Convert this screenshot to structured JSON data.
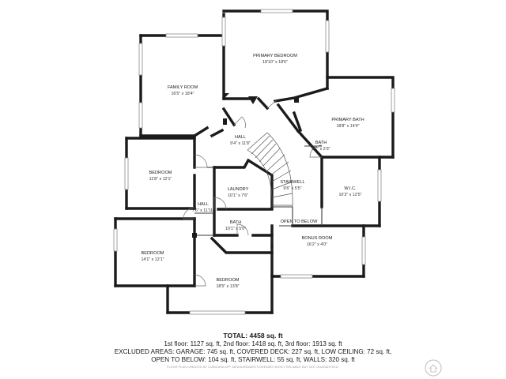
{
  "rooms": [
    {
      "id": "primary-bedroom",
      "name": "PRIMARY BEDROOM",
      "dims": "18'10\" x 18'6\""
    },
    {
      "id": "family-room",
      "name": "FAMILY ROOM",
      "dims": "16'5\" x 18'4\""
    },
    {
      "id": "primary-bath",
      "name": "PRIMARY BATH",
      "dims": "18'8\" x 14'4\""
    },
    {
      "id": "hall-upper",
      "name": "HALL",
      "dims": "9'4\" x 11'8\""
    },
    {
      "id": "bath-small",
      "name": "BATH",
      "dims": "5'7\" x 2'3\""
    },
    {
      "id": "bedroom-1",
      "name": "BEDROOM",
      "dims": "11'8\" x 12'1\""
    },
    {
      "id": "stairwell",
      "name": "STAIRWELL",
      "dims": "9'6\" x 5'5\""
    },
    {
      "id": "wic",
      "name": "W.I.C.",
      "dims": "10'3\" x 12'5\""
    },
    {
      "id": "laundry",
      "name": "LAUNDRY",
      "dims": "10'1\" x 7'6\""
    },
    {
      "id": "hall-lower",
      "name": "HALL",
      "dims": "7'6\" x 11'11\""
    },
    {
      "id": "open-to-below",
      "name": "OPEN TO BELOW",
      "dims": ""
    },
    {
      "id": "bath-2",
      "name": "BATH",
      "dims": "10'1\" x 5'0\""
    },
    {
      "id": "bonus-room",
      "name": "BONUS ROOM",
      "dims": "16'2\" x 4'0\""
    },
    {
      "id": "bedroom-2",
      "name": "BEDROOM",
      "dims": "14'1\" x 12'1\""
    },
    {
      "id": "bedroom-3",
      "name": "BEDROOM",
      "dims": "18'5\" x 13'8\""
    }
  ],
  "summary": {
    "total": "TOTAL: 4458 sq. ft",
    "floors": "1st floor: 1127 sq. ft, 2nd floor: 1418 sq. ft, 3rd floor: 1913 sq. ft",
    "excluded": "EXCLUDED AREAS: GARAGE: 745 sq. ft, COVERED DECK: 227 sq. ft, LOW CEILING: 72 sq. ft,",
    "other": "OPEN TO BELOW: 104 sq. ft, STAIRWELL: 55 sq. ft, WALLS: 320 sq. ft",
    "disclaimer": "FLOOR PLAN CREATED BY CUBICASA APP. MEASUREMENTS DEEMED HIGHLY RELIABLE BUT NOT GUARANTEED."
  },
  "logo": {
    "icon": "cubicasa-logo-icon"
  }
}
